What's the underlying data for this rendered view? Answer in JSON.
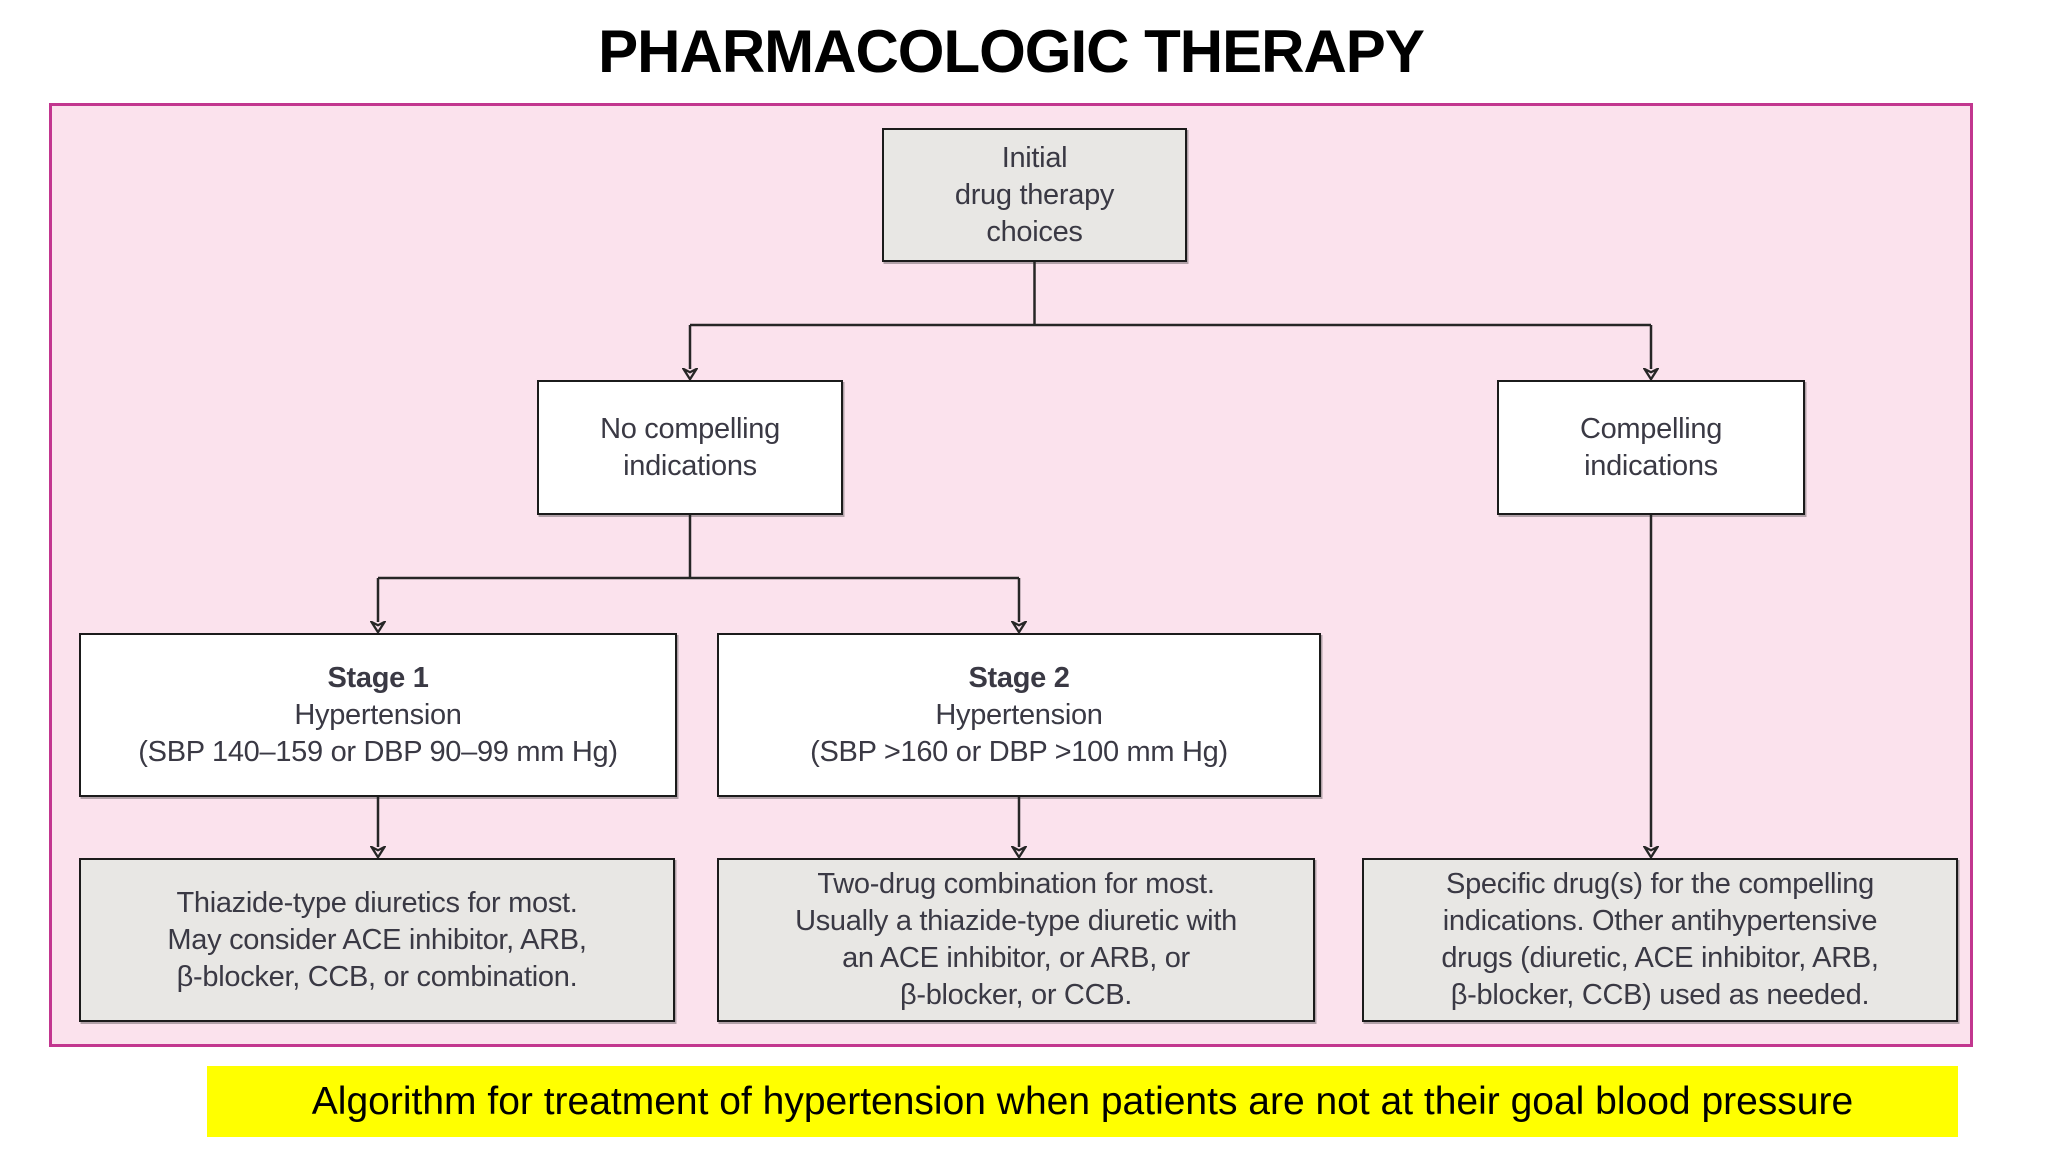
{
  "title": "PHARMACOLOGIC THERAPY",
  "caption": "Algorithm for treatment of hypertension when patients are not at their goal blood pressure",
  "colors": {
    "panel_fill": "#fbe2ed",
    "panel_border": "#c2368f",
    "node_gray_fill": "#e8e7e4",
    "node_white_fill": "#ffffff",
    "node_border": "#1b1b1b",
    "connector": "#262626",
    "text_ink": "#3a3944",
    "title_ink": "#000000",
    "caption_bg": "#ffff00",
    "caption_ink": "#000000"
  },
  "flowchart": {
    "type": "decision-tree",
    "nodes": {
      "initial": {
        "lines": [
          "Initial",
          "drug therapy",
          "choices"
        ]
      },
      "no_compelling": {
        "lines": [
          "No compelling",
          "indications"
        ]
      },
      "compelling": {
        "lines": [
          "Compelling",
          "indications"
        ]
      },
      "stage1": {
        "heading": "Stage 1",
        "lines": [
          "Hypertension",
          "(SBP 140–159 or DBP 90–99 mm Hg)"
        ]
      },
      "stage2": {
        "heading": "Stage 2",
        "lines": [
          "Hypertension",
          "(SBP >160 or DBP >100 mm Hg)"
        ]
      },
      "outcome_stage1": {
        "lines": [
          "Thiazide-type diuretics for most.",
          "May consider ACE inhibitor, ARB,",
          "β-blocker, CCB, or combination."
        ]
      },
      "outcome_stage2": {
        "lines": [
          "Two-drug combination for most.",
          "Usually a thiazide-type diuretic with",
          "an ACE inhibitor, or ARB, or",
          "β-blocker, or CCB."
        ]
      },
      "outcome_compelling": {
        "lines": [
          "Specific drug(s) for the compelling",
          "indications. Other antihypertensive",
          "drugs (diuretic, ACE inhibitor, ARB,",
          "β-blocker, CCB) used as needed."
        ]
      }
    },
    "edges": [
      {
        "from": "initial",
        "to": "no_compelling"
      },
      {
        "from": "initial",
        "to": "compelling"
      },
      {
        "from": "no_compelling",
        "to": "stage1"
      },
      {
        "from": "no_compelling",
        "to": "stage2"
      },
      {
        "from": "stage1",
        "to": "outcome_stage1"
      },
      {
        "from": "stage2",
        "to": "outcome_stage2"
      },
      {
        "from": "compelling",
        "to": "outcome_compelling"
      }
    ]
  }
}
